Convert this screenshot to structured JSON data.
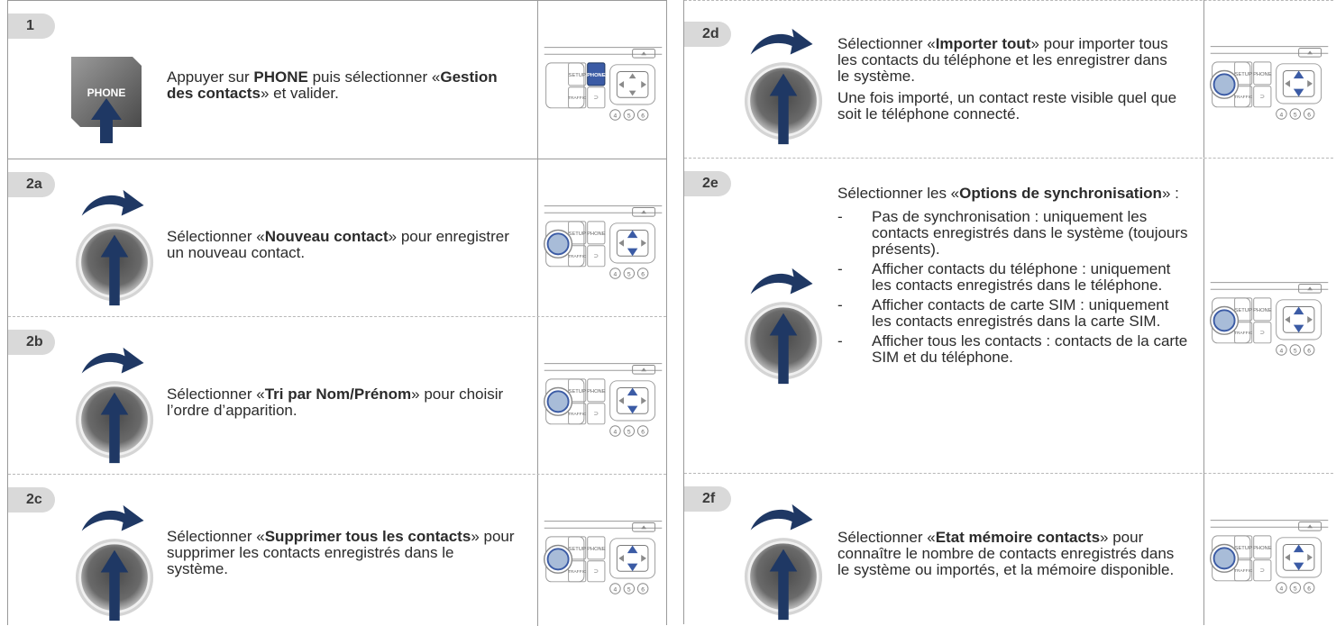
{
  "left_steps": [
    {
      "badge": "1",
      "text_pre": "Appuyer sur ",
      "bold1": "PHONE",
      "text_mid": " puis sélectionner «",
      "bold2": "Gestion des contacts",
      "text_post": "» et valider.",
      "key_label": "PHONE"
    },
    {
      "badge": "2a",
      "text_pre": "Sélectionner «",
      "bold1": "Nouveau contact",
      "text_post": "» pour enregistrer un nouveau contact."
    },
    {
      "badge": "2b",
      "text_pre": "Sélectionner «",
      "bold1": "Tri par Nom/Prénom",
      "text_post": "» pour choisir l’ordre d’apparition."
    },
    {
      "badge": "2c",
      "text_pre": "Sélectionner «",
      "bold1": "Supprimer tous les contacts",
      "text_post": "» pour supprimer les contacts enregistrés dans le système."
    }
  ],
  "right_steps": [
    {
      "badge": "2d",
      "text_pre": "Sélectionner «",
      "bold1": "Importer tout",
      "text_post": "» pour importer tous les contacts du téléphone et les enregistrer dans le système.",
      "extra": "Une fois importé, un contact reste visible quel que soit le téléphone connecté."
    },
    {
      "badge": "2e",
      "text_pre": "Sélectionner les «",
      "bold1": "Options de synchronisation",
      "text_post": "» :",
      "bullets": [
        "Pas de synchronisation : uniquement les contacts enregistrés dans le système (toujours présents).",
        "Afficher contacts du téléphone : uniquement les contacts enregistrés dans le téléphone.",
        "Afficher contacts de carte SIM : uniquement les contacts enregistrés dans la carte SIM.",
        "Afficher tous les contacts : contacts de la carte SIM et du téléphone."
      ]
    },
    {
      "badge": "2f",
      "text_pre": "Sélectionner «",
      "bold1": "Etat mémoire contacts",
      "text_post": "» pour connaître le nombre de contacts enregistrés dans le système ou importés, et la mémoire disponible."
    }
  ],
  "radio_labels": {
    "setup": "SETUP",
    "phone": "PHONE",
    "traffic": "TRAFFIC",
    "eject": "▲",
    "presets": [
      "4",
      "5",
      "6"
    ]
  },
  "colors": {
    "navy": "#1f3864",
    "highlight": "#3b5ba5",
    "gray_badge": "#d9d9d9"
  }
}
